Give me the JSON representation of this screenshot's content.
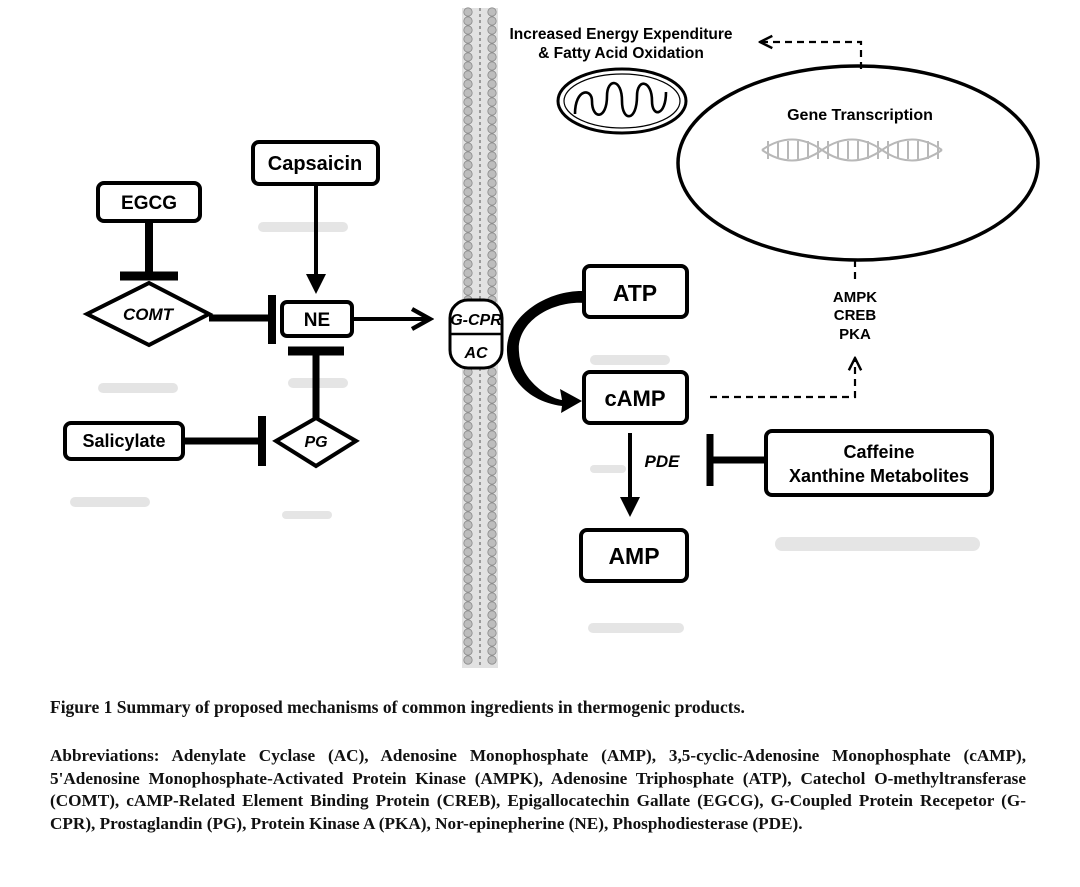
{
  "diagram": {
    "nodes": {
      "egcg": "EGCG",
      "capsaicin": "Capsaicin",
      "comt": "COMT",
      "ne": "NE",
      "salicylate": "Salicylate",
      "pg": "PG",
      "gcpr": "G-CPR",
      "ac": "AC",
      "atp": "ATP",
      "camp": "cAMP",
      "pde": "PDE",
      "amp": "AMP",
      "caffeine_line1": "Caffeine",
      "caffeine_line2": "Xanthine Metabolites",
      "kinases": [
        "AMPK",
        "CREB",
        "PKA"
      ],
      "gene_transcription": "Gene Transcription",
      "energy_line1": "Increased Energy Expenditure",
      "energy_line2": "& Fatty Acid Oxidation"
    }
  },
  "caption": {
    "title": "Figure 1 Summary of proposed mechanisms of common ingredients in thermogenic products.",
    "abbreviations": "Abbreviations: Adenylate Cyclase (AC), Adenosine Monophosphate (AMP), 3,5-cyclic-Adenosine Monophosphate (cAMP), 5'Adenosine Monophosphate-Activated Protein Kinase (AMPK), Adenosine Triphosphate (ATP), Catechol O-methyltransferase (COMT), cAMP-Related Element Binding Protein (CREB), Epigallocatechin Gallate (EGCG), G-Coupled Protein Recepetor (G-CPR), Prostaglandin (PG), Protein Kinase A (PKA), Nor-epinepherine (NE), Phosphodiesterase (PDE)."
  },
  "colors": {
    "ink": "#000000",
    "membrane": "#c8c8c8",
    "dna": "#b8b8b8"
  }
}
